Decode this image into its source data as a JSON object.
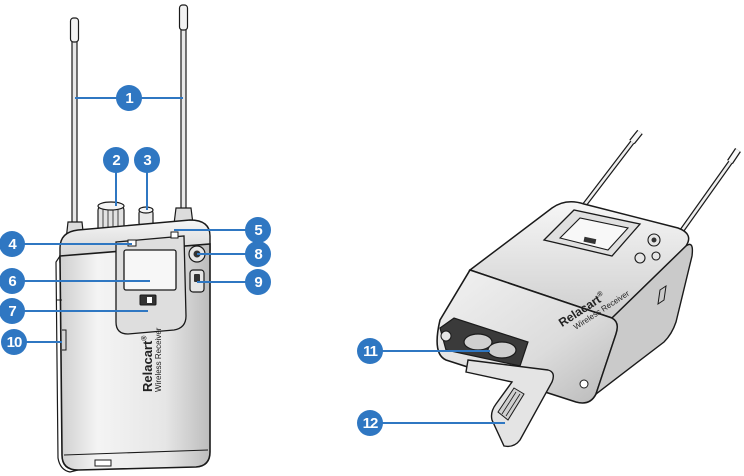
{
  "callouts": [
    {
      "id": "1",
      "label": "1"
    },
    {
      "id": "2",
      "label": "2"
    },
    {
      "id": "3",
      "label": "3"
    },
    {
      "id": "4",
      "label": "4"
    },
    {
      "id": "5",
      "label": "5"
    },
    {
      "id": "6",
      "label": "6"
    },
    {
      "id": "7",
      "label": "7"
    },
    {
      "id": "8",
      "label": "8"
    },
    {
      "id": "9",
      "label": "9"
    },
    {
      "id": "10",
      "label": "10"
    },
    {
      "id": "11",
      "label": "11"
    },
    {
      "id": "12",
      "label": "12"
    }
  ],
  "device": {
    "brand": "Relacart",
    "registered_mark": "®",
    "product_label": "Wireless Receiver"
  },
  "colors": {
    "callout": "#2f77c2",
    "line": "#2f77c2",
    "outline": "#1a1a1a"
  }
}
